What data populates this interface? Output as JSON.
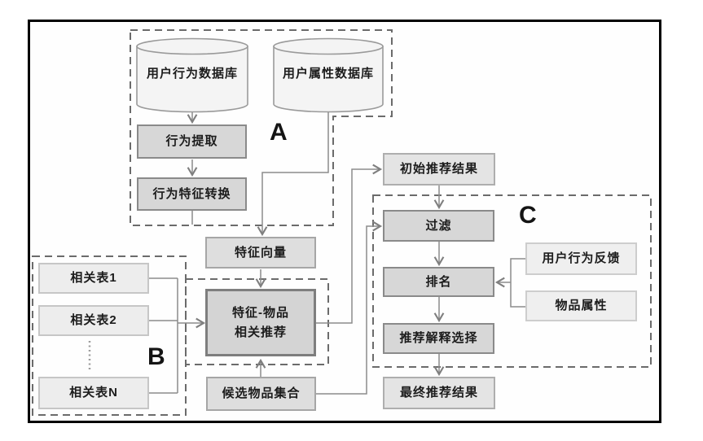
{
  "diagram": {
    "title": "recommendation-pipeline-flowchart",
    "section_labels": {
      "a": "A",
      "b": "B",
      "c": "C"
    },
    "nodes": {
      "behavior_db": "用户行为数据库",
      "attribute_db": "用户属性数据库",
      "behavior_extraction": "行为提取",
      "behavior_feature_transform": "行为特征转换",
      "feature_vector": "特征向量",
      "feature_item_rec_line1": "特征-物品",
      "feature_item_rec_line2": "相关推荐",
      "related_table_1": "相关表1",
      "related_table_2": "相关表2",
      "related_table_n": "相关表N",
      "candidate_item_set": "候选物品集合",
      "initial_rec_result": "初始推荐结果",
      "filter": "过滤",
      "ranking": "排名",
      "rec_explanation_selection": "推荐解释选择",
      "final_rec_result": "最终推荐结果",
      "user_behavior_feedback": "用户行为反馈",
      "item_attribute": "物品属性"
    },
    "colors": {
      "frame_border": "#000000",
      "process_fill": "#d7d7d7",
      "process_border": "#8a8a8a",
      "core_fill": "#d4d4d4",
      "core_border": "#7e7e7e",
      "data_fill": "#dedede",
      "result_fill": "#e4e4e4",
      "table_fill": "#ededed",
      "feedback_fill": "#efefef",
      "dash_line": "#6b6b6b",
      "connector": "#8c8c8c",
      "cylinder_fill": "#f4f4f4"
    }
  }
}
